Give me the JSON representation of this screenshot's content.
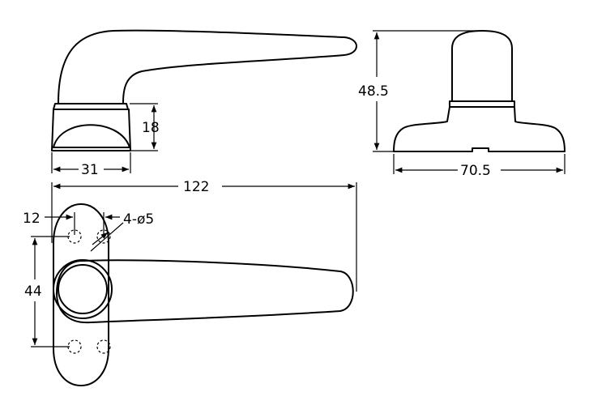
{
  "dimensions": {
    "base_height": "18",
    "base_width": "31",
    "total_height": "48.5",
    "total_width": "70.5",
    "overall_length": "122",
    "hole_spacing_x": "12",
    "holes": "4-ø5",
    "hole_spacing_y": "44"
  },
  "colors": {
    "line": "#000000",
    "background": "#ffffff"
  }
}
